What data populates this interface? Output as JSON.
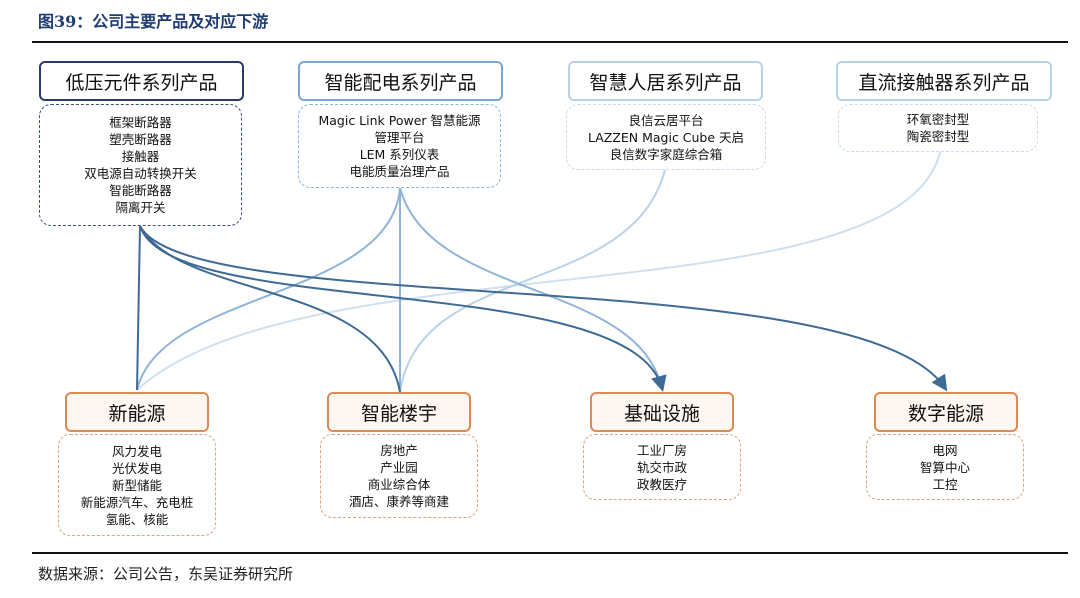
{
  "figure_title": "图39：公司主要产品及对应下游",
  "source_note": "数据来源：公司公告，东吴证券研究所",
  "products": [
    {
      "title": "低压元件系列产品",
      "items": [
        "框架断路器",
        "塑壳断路器",
        "接触器",
        "双电源自动转换开关",
        "智能断路器",
        "隔离开关"
      ]
    },
    {
      "title": "智能配电系列产品",
      "items": [
        "Magic Link Power 智慧能源",
        "管理平台",
        "LEM 系列仪表",
        "电能质量治理产品"
      ]
    },
    {
      "title": "智慧人居系列产品",
      "items": [
        "良信云居平台",
        "LAZZEN Magic Cube 天启",
        "良信数字家庭综合箱"
      ]
    },
    {
      "title": "直流接触器系列产品",
      "items": [
        "环氧密封型",
        "陶瓷密封型"
      ]
    }
  ],
  "downstream": [
    {
      "title": "新能源",
      "items": [
        "风力发电",
        "光伏发电",
        "新型储能",
        "新能源汽车、充电桩",
        "氢能、核能"
      ]
    },
    {
      "title": "智能楼宇",
      "items": [
        "房地产",
        "产业园",
        "商业综合体",
        "酒店、康养等商建"
      ]
    },
    {
      "title": "基础设施",
      "items": [
        "工业厂房",
        "轨交市政",
        "政教医疗"
      ]
    },
    {
      "title": "数字能源",
      "items": [
        "电网",
        "智算中心",
        "工控"
      ]
    }
  ],
  "links": [
    {
      "from": "低压元件系列产品",
      "to": [
        "新能源",
        "智能楼宇",
        "基础设施",
        "数字能源"
      ]
    },
    {
      "from": "智能配电系列产品",
      "to": [
        "新能源",
        "智能楼宇",
        "基础设施"
      ]
    },
    {
      "from": "智慧人居系列产品",
      "to": [
        "智能楼宇"
      ]
    },
    {
      "from": "直流接触器系列产品",
      "to": [
        "新能源"
      ]
    }
  ],
  "colors": {
    "title_blue": "#1f3c73",
    "dark_blue": "#2a3a6b",
    "link_dark": "#3e6b94",
    "link_mid": "#7aa6d4",
    "link_light": "#c2d8ee",
    "orange": "#dc8b55"
  }
}
